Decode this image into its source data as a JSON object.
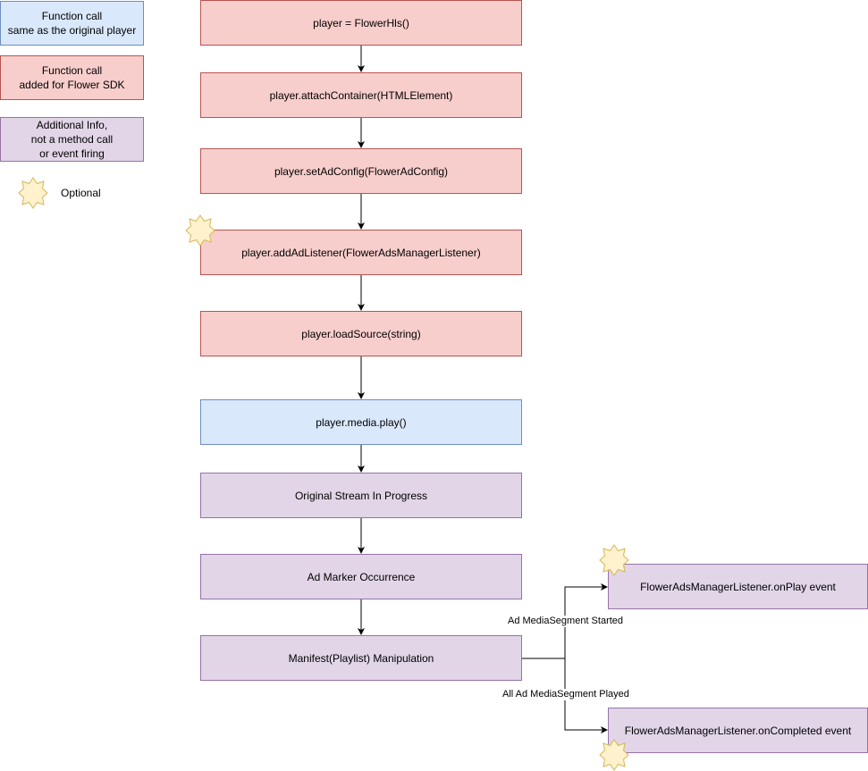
{
  "legend": {
    "same_as_original": "Function call\nsame as the original player",
    "added_for_flower": "Function call\nadded for Flower SDK",
    "additional_info": "Additional Info,\nnot a method call\nor event firing",
    "optional": "Optional"
  },
  "nodes": {
    "new_player": "player = FlowerHls()",
    "attach_container": "player.attachContainer(HTMLElement)",
    "set_ad_config": "player.setAdConfig(FlowerAdConfig)",
    "add_ad_listener": "player.addAdListener(FlowerAdsManagerListener)",
    "load_source": "player.loadSource(string)",
    "media_play": "player.media.play()",
    "stream_in_progress": "Original Stream In Progress",
    "ad_marker": "Ad Marker Occurrence",
    "manifest_manipulation": "Manifest(Playlist) Manipulation",
    "on_play": "FlowerAdsManagerListener.onPlay event",
    "on_completed": "FlowerAdsManagerListener.onCompleted event"
  },
  "edges": {
    "ad_segment_started": "Ad MediaSegment Started",
    "all_ad_segment_played": "All Ad MediaSegment Played"
  },
  "colors": {
    "red_fill": "#f8cecc",
    "red_stroke": "#b85450",
    "blue_fill": "#dae8fc",
    "blue_stroke": "#6c8ebf",
    "purple_fill": "#e1d5e7",
    "purple_stroke": "#9673a6",
    "star_fill": "#fff2cc",
    "star_stroke": "#d6b656"
  }
}
